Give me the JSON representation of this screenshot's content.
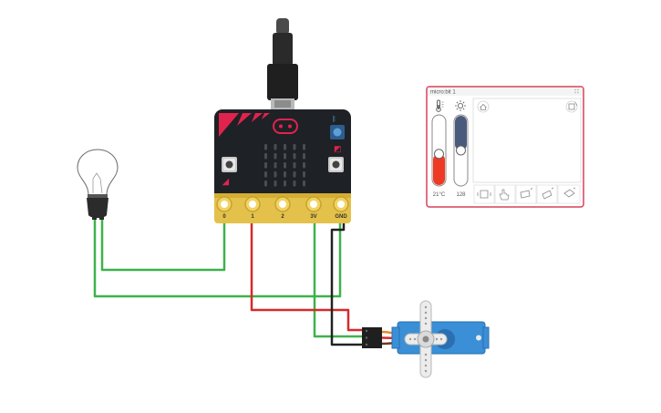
{
  "microbit": {
    "pins": [
      "0",
      "1",
      "2",
      "3V",
      "GND"
    ]
  },
  "sim_panel": {
    "title": "micro:bit 1",
    "temperature_readout": "21°C",
    "light_readout": "128",
    "temperature_level": 0.45,
    "light_level": 0.5
  },
  "colors": {
    "board": "#1e2125",
    "board_accent": "#e0234d",
    "gold_pad": "#e4c14a",
    "wire_green": "#3db24b",
    "wire_red": "#d62a2a",
    "wire_black": "#222222",
    "servo_blue": "#3a8fd6",
    "panel_border": "#d9405a",
    "thermo_red": "#ee3a24",
    "light_slate": "#4a5a7c"
  },
  "icons": [
    "thermometer-icon",
    "sun-icon",
    "home-icon",
    "rotate-icon",
    "shake-icon",
    "tilt-left-icon",
    "tilt-right-icon"
  ]
}
